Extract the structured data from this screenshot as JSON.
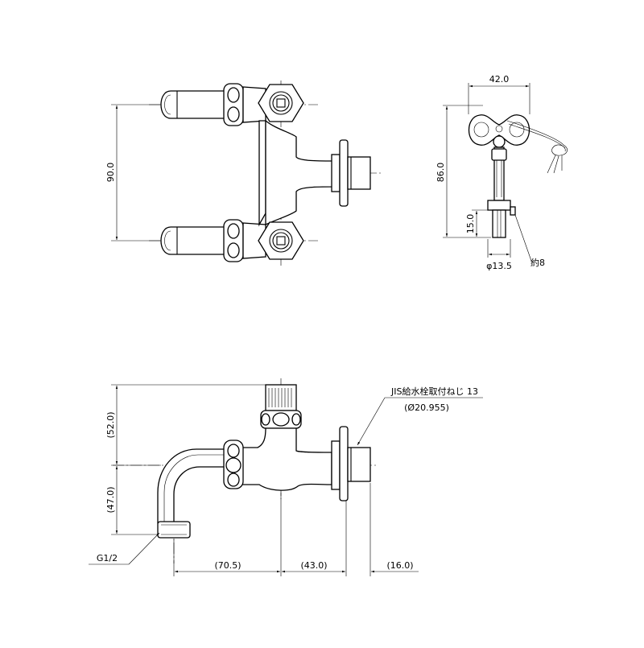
{
  "top_view": {
    "dim_height": "90.0"
  },
  "key_view": {
    "dim_width": "42.0",
    "dim_height": "86.0",
    "dim_tip": "15.0",
    "dim_dia": "φ13.5",
    "dim_approx": "約8"
  },
  "side_view": {
    "dim_upper": "(52.0)",
    "dim_lower": "(47.0)",
    "dim_h1": "(70.5)",
    "dim_h2": "(43.0)",
    "dim_h3": "(16.0)",
    "thread_label_1": "JIS給水栓取付ねじ 13",
    "thread_label_2": "(Ø20.955)",
    "outlet_label": "G1/2"
  }
}
